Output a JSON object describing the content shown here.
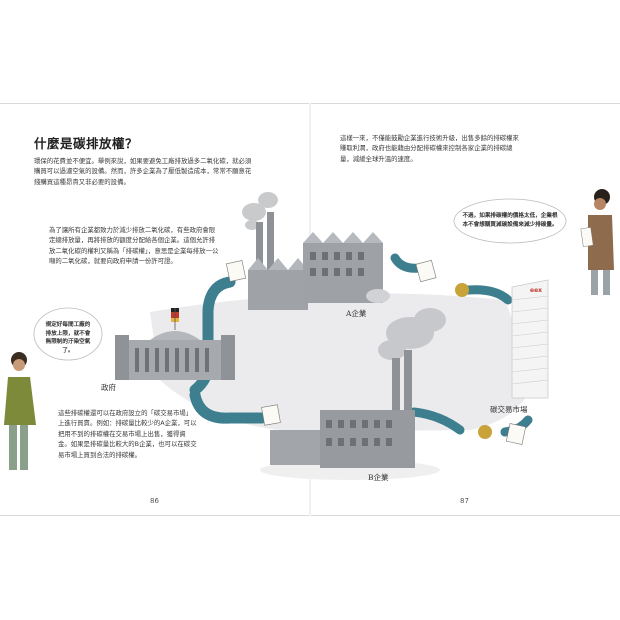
{
  "page_left": {
    "title": "什麼是碳排放權？",
    "intro": "環保的花費並不便宜。舉例來說，如果要避免工廠排放過多二氧化碳，就必須購買可以過濾空氣的設備。然而，許多企業為了壓低製造成本，常常不願意花錢購買這種昂貴又非必要的設備。",
    "paragraph2": "為了讓所有企業都致力於減少排放二氧化碳，有些政府會限定總排放量，再將排放的額度分配給各個企業。這個允許排放二氧化碳的權利又稱為「排碳權」，意思是企業每排放一公噸的二氧化碳，就要向政府申請一份許可證。",
    "paragraph3": "這些排碳權還可以在政府設立的「碳交易市場」上進行買賣。例如：排碳量比較少的A企業，可以把用不到的排碳權在交易市場上出售，獲得資金。如果是排碳量比較大的B企業，也可以在碳交易市場上買到合法的排碳權。",
    "speech_bubble": "規定好每間工廠的排放上限，就不會無限制的汙染空氣了。",
    "page_number": "86"
  },
  "page_right": {
    "paragraph1": "這樣一來，不僅能鼓勵企業進行技術升級，出售多餘的排碳權來賺取利潤，政府也能藉由分配排碳權來控制各家企業的排碳總量，減緩全球升溫的速度。",
    "speech_bubble": "不過，如果排碳權的價格太低，企業根本不會想購買減碳設備來減少排碳量。",
    "page_number": "87"
  },
  "labels": {
    "government": "政府",
    "company_a": "A企業",
    "company_b": "B企業",
    "carbon_market": "碳交易市場",
    "exchange_sign": "eex"
  },
  "colors": {
    "tube": "#3d7f8f",
    "tube_dark": "#2d6675",
    "ground": "#e8e8ea",
    "factory_gray": "#8e9196",
    "smoke": "#bdbfc2",
    "text": "#3a3a3a",
    "accent_red": "#c0392b"
  }
}
